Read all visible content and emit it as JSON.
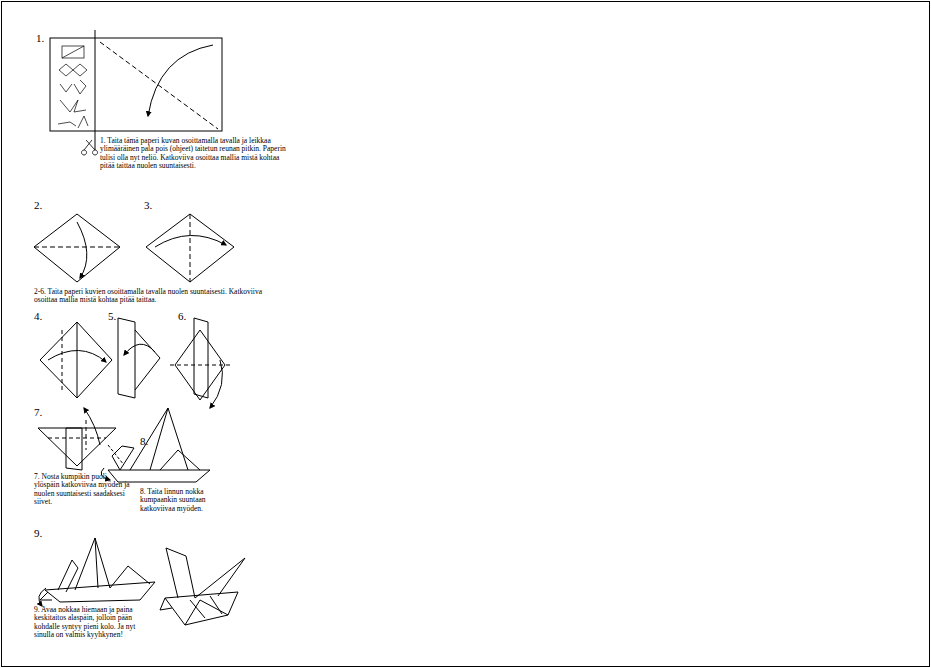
{
  "diagram": {
    "labels": [
      "1.",
      "1. Taita tämä paperi kuvan osoittamalla tavalla ja leikkaa ylimääräinen pala pois (ohjeet) taitetun reunan pitkin. Paperin tulisi olla nyt neliö. Katkoviiva osoittaa mallia mistä kohtaa pitää taittaa nuolen suuntaisesti.",
      "2.",
      "3.",
      "2-6. Taita paperi kuvien osoittamalla tavalla nuolen suuntaisesti. Katkoviiva osoittaa mallia mistä kohtaa pitää taittaa.",
      "4.",
      "5.",
      "6.",
      "7.",
      "8.",
      "7. Nosta kumpikin puoli ylöspäin katkoviivaa myöden ja nuolen suuntaisesti saadaksesi siivet.",
      "8. Taita linnun nokka kumpaankin suuntaan katkoviivaa myöden.",
      "9.",
      "9. Avaa nokkaa hiemaan ja paina keskitaitos alaspäin, jolloin pään kohdalle syntyy pieni kolo. Ja nyt sinulla on valmis kyyhkynen!"
    ]
  }
}
